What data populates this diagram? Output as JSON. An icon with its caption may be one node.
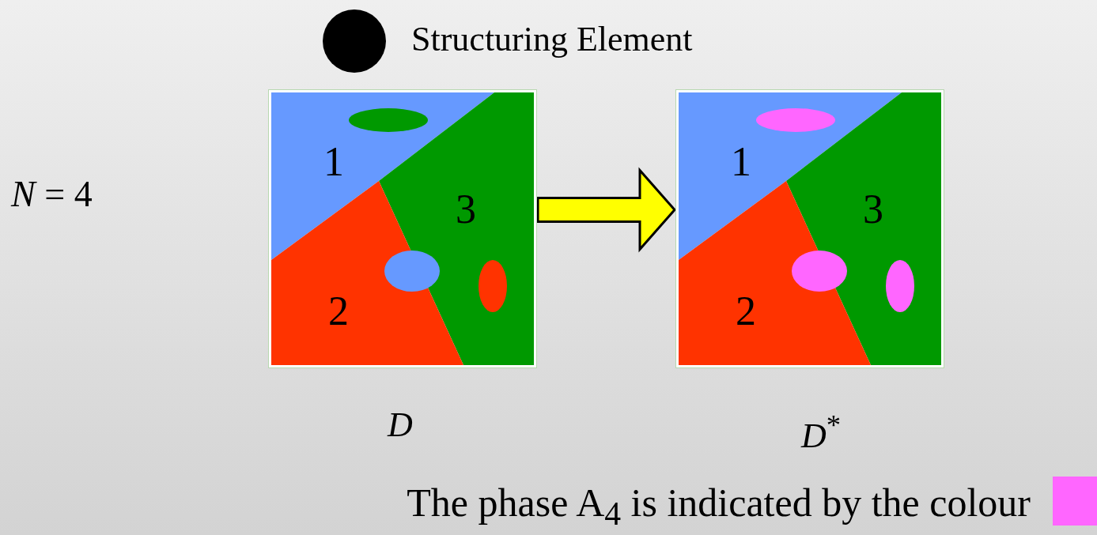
{
  "diagram": {
    "nodes": [
      {
        "text": [],
        "shape": "picture"
      },
      {
        "text": [
          "1"
        ],
        "in": 0
      },
      {
        "text": [
          "3"
        ],
        "in": 0
      },
      {
        "text": [
          "2"
        ],
        "in": 0
      },
      {
        "text": [],
        "shape": "picture"
      },
      {
        "text": [
          "1"
        ],
        "in": 4
      },
      {
        "text": [
          "3"
        ],
        "in": 4
      },
      {
        "text": [
          "2"
        ],
        "in": 4
      }
    ],
    "edges": [
      {
        "from": 0,
        "to": 4,
        "arrow": "to"
      }
    ],
    "labels": [
      "Structuring Element",
      "*N* = 4",
      "*D*",
      "*D*$^{*}$"
    ],
    "legend": [
      {
        "text": "The phase A$_{4}$ is indicated by the colour",
        "color": "#ff66ff"
      }
    ]
  }
}
